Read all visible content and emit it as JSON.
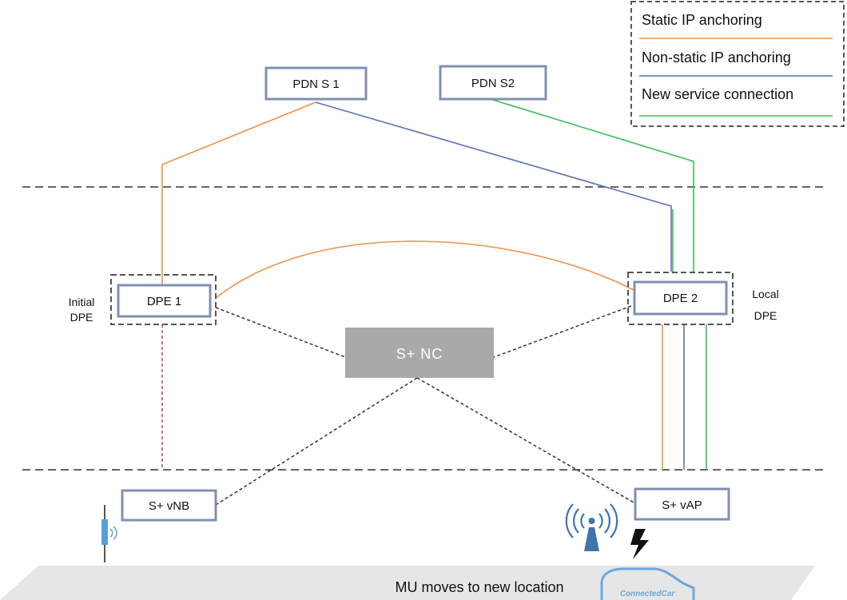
{
  "legend": {
    "items": [
      {
        "label": "Static IP anchoring",
        "color": "#f0914a"
      },
      {
        "label": "Non-static IP anchoring",
        "color": "#5b73b7"
      },
      {
        "label": "New service connection",
        "color": "#3cbf5a"
      }
    ]
  },
  "nodes": {
    "pdns1": "PDN S 1",
    "pdns2": "PDN S2",
    "dpe1": "DPE 1",
    "dpe2": "DPE 2",
    "nc": "S+ NC",
    "vnb": "S+ vNB",
    "vap": "S+ vAP"
  },
  "labels": {
    "initial_line1": "Initial",
    "initial_line2": "DPE",
    "local_line1": "Local",
    "local_line2": "DPE",
    "ground": "MU moves to new  location",
    "car_logo": "ConnectedCar"
  },
  "colors": {
    "static": "#f0914a",
    "nonstatic": "#5b73b7",
    "newservice": "#3cbf5a",
    "box_border": "#8090b0",
    "nc_fill": "#a9a9a9",
    "dash": "#333333",
    "red_dash": "#c0392b",
    "icon_blue": "#5aa0d8"
  }
}
